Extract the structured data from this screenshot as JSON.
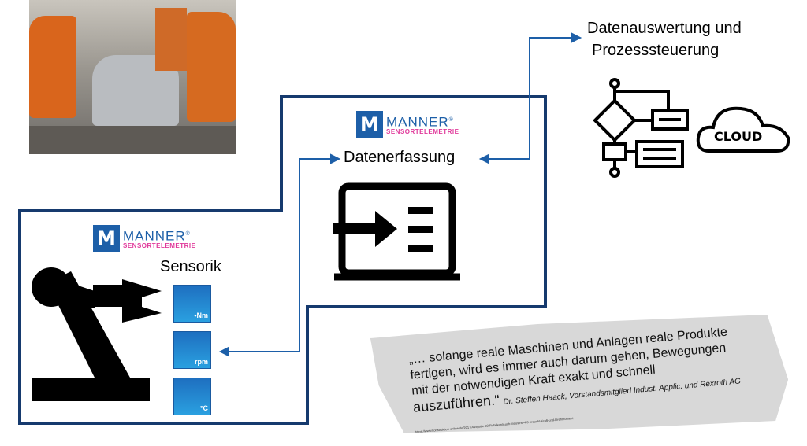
{
  "top_right_title": [
    "Datenauswertung  und",
    "Prozesssteuerung"
  ],
  "logo": {
    "name": "MANNER",
    "registered": "®",
    "subtitle": "SENSORTELEMETRIE"
  },
  "datenerfassung_label": "Datenerfassung",
  "sensorik_label": "Sensorik",
  "cloud_label": "CLOUD",
  "sensors": [
    {
      "icon": "torque-icon",
      "unit": "•Nm"
    },
    {
      "icon": "speedometer-icon",
      "unit": "rpm"
    },
    {
      "icon": "thermometer-icon",
      "unit": "°C"
    }
  ],
  "quote": {
    "lines": [
      "„… solange reale Maschinen und Anlagen reale Produkte",
      "fertigen, wird es immer auch darum gehen, Bewegungen",
      "mit der notwendigen Kraft exakt und schnell",
      "auszuführen.“"
    ],
    "author": "Dr. Steffen Haack, Vorstandsmitglied Indust. Applic. und Rexroth AG",
    "source": "https://www.konstruktion-online.de/2017/Ausgabe-03/Rubriken/Auch-Industrie-4.0-braucht-Kraft-und-Drehmoment"
  },
  "colors": {
    "outline": "#163a6e",
    "accent": "#1d5fa8",
    "pink": "#e0389a"
  }
}
